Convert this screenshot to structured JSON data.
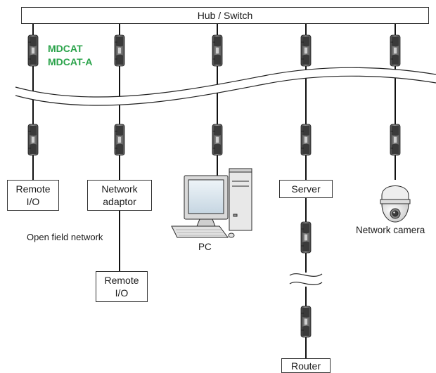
{
  "hub": {
    "label": "Hub / Switch"
  },
  "product": {
    "line1": "MDCAT",
    "line2": "MDCAT-A",
    "color": "#2aa34a"
  },
  "devices": {
    "remote_io_1": {
      "line1": "Remote",
      "line2": "I/O"
    },
    "network_adaptor": {
      "line1": "Network",
      "line2": "adaptor"
    },
    "pc": {
      "label": "PC"
    },
    "server": {
      "label": "Server"
    },
    "network_camera": {
      "label": "Network camera"
    },
    "remote_io_2": {
      "line1": "Remote",
      "line2": "I/O"
    },
    "router": {
      "label": "Router"
    }
  },
  "open_field_network": {
    "label": "Open field network"
  }
}
